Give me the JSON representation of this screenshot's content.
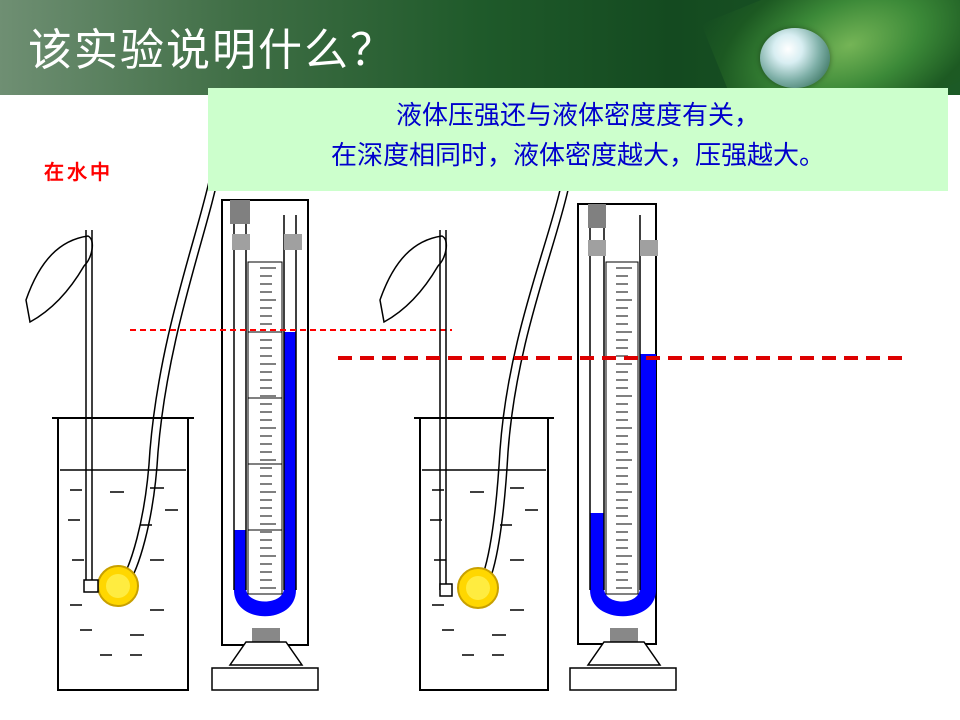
{
  "slide": {
    "title": "该实验说明什么？",
    "answer_line1": "液体压强还与液体密度度有关，",
    "answer_line2": "在深度相同时，液体密度越大，压强越大。",
    "label_left": "在水中",
    "colors": {
      "answer_text": "#0000cc",
      "answer_bg": "#ccffcc",
      "label": "#ff0000",
      "liquid": "#0000ff",
      "level_line": "#cc0000"
    }
  }
}
